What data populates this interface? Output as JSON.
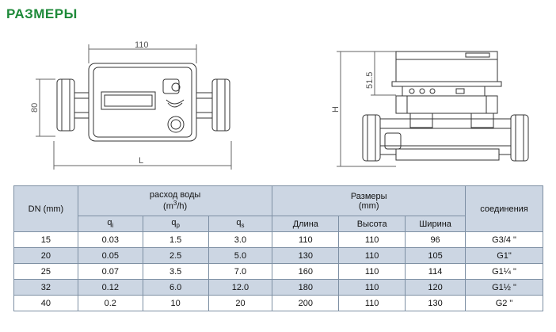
{
  "section_title": "РАЗМЕРЫ",
  "drawing": {
    "dim_width_top": "110",
    "dim_height_left": "80",
    "dim_length": "L",
    "dim_height_right": "51.5",
    "dim_total_height": "H"
  },
  "table": {
    "head": {
      "dn": "DN (mm)",
      "flow": "расход воды",
      "flow_unit_pre": "(m",
      "flow_unit_sup": "3",
      "flow_unit_post": "/h)",
      "qi_base": "q",
      "qi_sub": "i",
      "qp_base": "q",
      "qp_sub": "p",
      "qs_base": "q",
      "qs_sub": "s",
      "dims": "Размеры",
      "dims_unit": "(mm)",
      "length": "Длина",
      "height": "Высота",
      "width": "Ширина",
      "connection": "соединения"
    },
    "rows": [
      {
        "dn": "15",
        "qi": "0.03",
        "qp": "1.5",
        "qs": "3.0",
        "length": "110",
        "height": "110",
        "width": "96",
        "conn": "G3/4 \""
      },
      {
        "dn": "20",
        "qi": "0.05",
        "qp": "2.5",
        "qs": "5.0",
        "length": "130",
        "height": "110",
        "width": "105",
        "conn": "G1\""
      },
      {
        "dn": "25",
        "qi": "0.07",
        "qp": "3.5",
        "qs": "7.0",
        "length": "160",
        "height": "110",
        "width": "114",
        "conn": "G1¼ \""
      },
      {
        "dn": "32",
        "qi": "0.12",
        "qp": "6.0",
        "qs": "12.0",
        "length": "180",
        "height": "110",
        "width": "120",
        "conn": "G1½ \""
      },
      {
        "dn": "40",
        "qi": "0.2",
        "qp": "10",
        "qs": "20",
        "length": "200",
        "height": "110",
        "width": "130",
        "conn": "G2 \""
      }
    ]
  }
}
